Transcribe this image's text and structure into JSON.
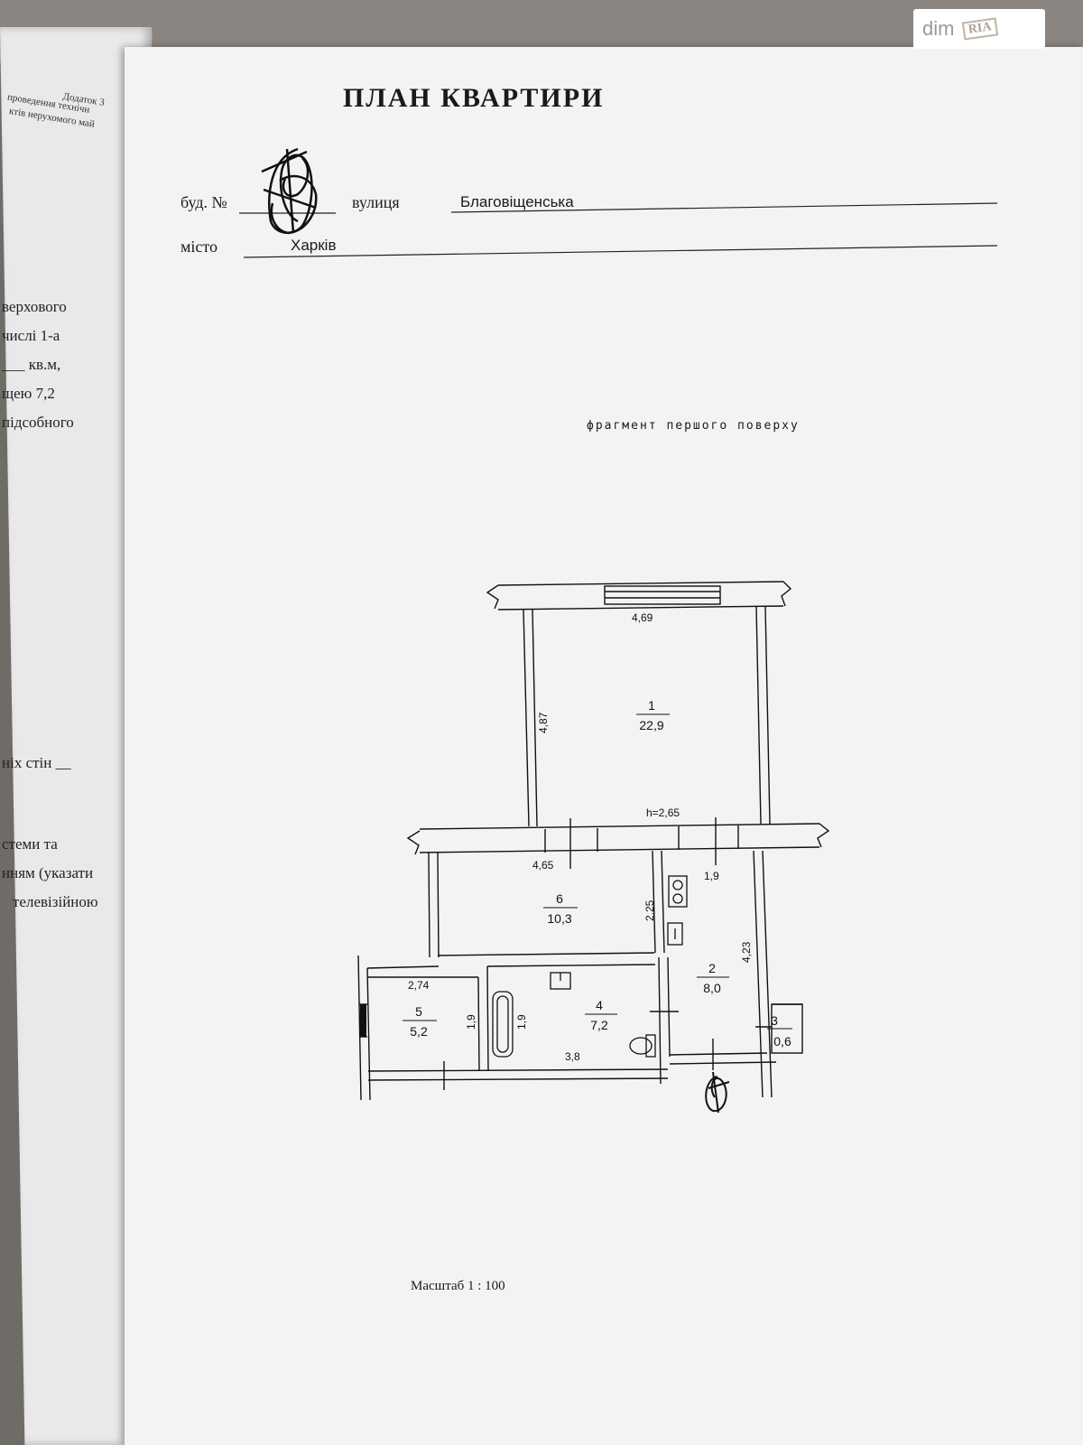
{
  "watermark": {
    "brand": "dim",
    "brand_sub": "RIA"
  },
  "left_page": {
    "header_lines": [
      "Додаток 3",
      "проведення технічн",
      "ктів нерухомого май"
    ],
    "lines": [
      "верхового",
      "числі  1-а",
      "___ кв.м,",
      "щею  7,2",
      "підсобного",
      "ніх  стін  __",
      "стеми та",
      "нням (указати",
      "телевізійною"
    ]
  },
  "document": {
    "title": "ПЛАН КВАРТИРИ",
    "building_label": "буд. №",
    "street_label": "вулиця",
    "street_value": "Благовіщенська",
    "city_label": "місто",
    "city_value": "Харків",
    "fragment_caption": "фрагмент першого поверху",
    "scale": "Масштаб 1 : 100"
  },
  "floor_plan": {
    "ceiling_height": "h=2,65",
    "rooms": [
      {
        "number": "1",
        "area": "22,9"
      },
      {
        "number": "2",
        "area": "8,0"
      },
      {
        "number": "3",
        "area": "0,6"
      },
      {
        "number": "4",
        "area": "7,2"
      },
      {
        "number": "5",
        "area": "5,2"
      },
      {
        "number": "6",
        "area": "10,3"
      }
    ],
    "dimensions": {
      "room1_width": "4,69",
      "room1_depth": "4,87",
      "room6_width": "4,65",
      "room6_depth": "2,25",
      "hall_width": "1,9",
      "hall_depth": "4,23",
      "room5_width": "2,74",
      "room5_depth": "1,9",
      "room4_depth": "1,9",
      "room4_width": "3,8"
    }
  }
}
